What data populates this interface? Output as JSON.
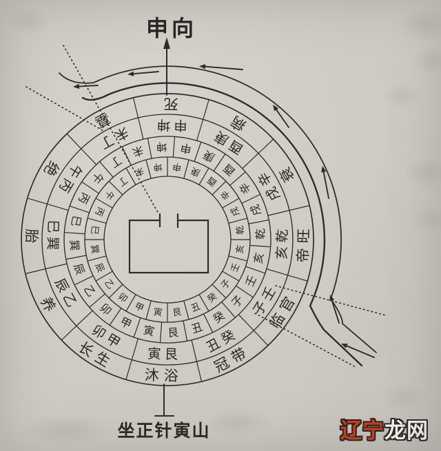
{
  "page": {
    "description": "Scanned book feng-shui luopan (compass) diagram, sitting Yin mountain facing Shen",
    "paper_color": "#cdc9c3",
    "ink_color": "#2e2c29"
  },
  "labels": {
    "facing": "申向",
    "sitting": "坐正针寅山"
  },
  "compass": {
    "order": "sectors listed clockwise starting from the top (12 o'clock)",
    "sectors": [
      {
        "mountains": "申坤",
        "stage": "死"
      },
      {
        "mountains": "酉庚",
        "stage": "病"
      },
      {
        "mountains": "戌辛",
        "stage": "衰"
      },
      {
        "mountains": "亥乾",
        "stage": "帝旺"
      },
      {
        "mountains": "子壬",
        "stage": "临官"
      },
      {
        "mountains": "丑癸",
        "stage": "冠带"
      },
      {
        "mountains": "寅艮",
        "stage": "沐浴"
      },
      {
        "mountains": "卯甲",
        "stage": "长生"
      },
      {
        "mountains": "辰乙",
        "stage": "养"
      },
      {
        "mountains": "巳巽",
        "stage": "胎"
      },
      {
        "mountains": "午丙",
        "stage": "绝"
      },
      {
        "mountains": "未丁",
        "stage": "墓"
      }
    ],
    "ring_description": [
      "inner 24-mountain ring (earth plate)",
      "middle 24-mountain ring (human plate, slightly offset)",
      "outer 24-mountain ring (heaven plate, slightly offset)",
      "twelve growth-stage ring"
    ],
    "water_flow": "counterclockwise; water enters at lower right channel and exits at upper left"
  },
  "watermark": {
    "part1": "辽宁",
    "part2": "龙网",
    "red": "#cf3917",
    "white": "#f7f5f1"
  }
}
